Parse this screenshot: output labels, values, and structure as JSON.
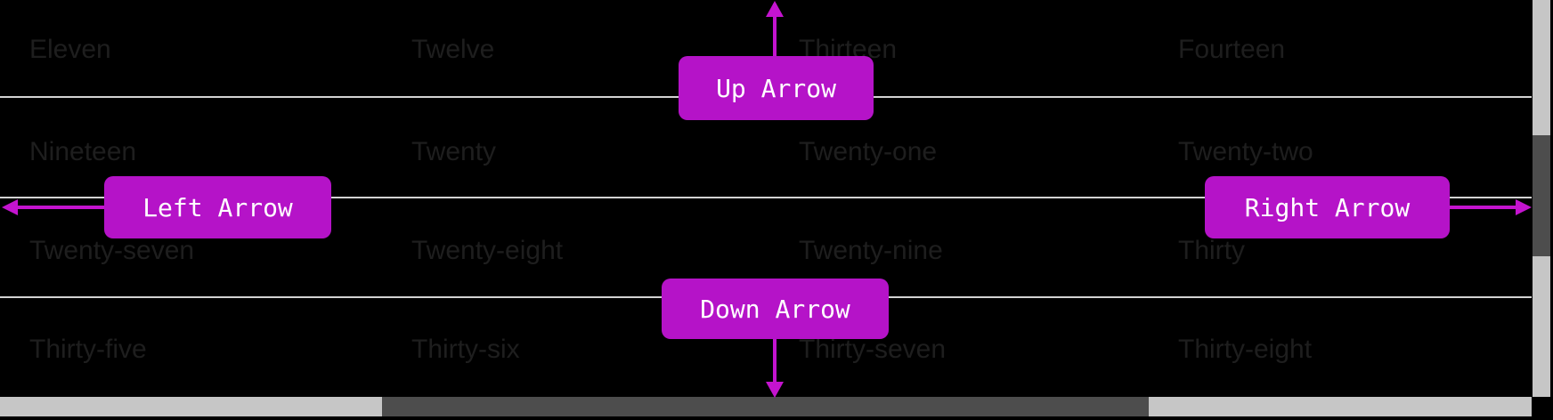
{
  "colors": {
    "background": "#000000",
    "annotation_fill": "#b513c8",
    "arrow": "#c414cf",
    "annotation_text": "#ffffff",
    "cell_text": "#1e1e1e",
    "row_divider": "#d3d3d3",
    "scrollbar_track": "#c6c6c6",
    "scrollbar_thumb": "#4d4d4d"
  },
  "table": {
    "rows": [
      {
        "cells": [
          "Eleven",
          "Twelve",
          "Thirteen",
          "Fourteen"
        ]
      },
      {
        "cells": [
          "Nineteen",
          "Twenty",
          "Twenty-one",
          "Twenty-two"
        ]
      },
      {
        "cells": [
          "Twenty-seven",
          "Twenty-eight",
          "Twenty-nine",
          "Thirty"
        ]
      },
      {
        "cells": [
          "Thirty-five",
          "Thirty-six",
          "Thirty-seven",
          "Thirty-eight"
        ]
      }
    ]
  },
  "annotations": {
    "up": {
      "label": "Up Arrow"
    },
    "down": {
      "label": "Down Arrow"
    },
    "left": {
      "label": "Left Arrow"
    },
    "right": {
      "label": "Right Arrow"
    }
  }
}
